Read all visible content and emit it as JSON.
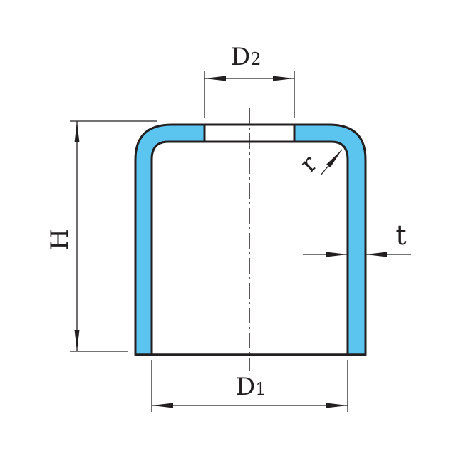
{
  "labels": {
    "d2_main": "D",
    "d2_sub": "2",
    "d1_main": "D",
    "d1_sub": "1",
    "h": "H",
    "t": "t",
    "r": "r"
  },
  "colors": {
    "wall_fill": "#5bc4ef",
    "stroke": "#231f20",
    "background": "#ffffff"
  }
}
